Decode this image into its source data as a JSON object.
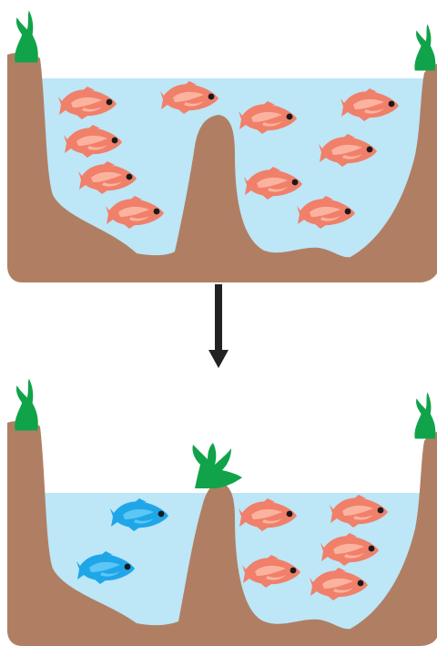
{
  "colors": {
    "background": "#ffffff",
    "water": "#bde6f7",
    "rock": "#b07f63",
    "plant": "#11a34a",
    "fish_red": "#f0806a",
    "fish_red_light": "#fbb39f",
    "fish_blue": "#1fa6e8",
    "fish_blue_light": "#5cc7f5",
    "eye": "#1a1a1a",
    "arrow": "#222222"
  },
  "icons": {
    "fish": "fish-icon",
    "plant": "seaweed-icon",
    "arrow": "arrow-down-icon"
  },
  "panels": [
    {
      "id": "before",
      "left_pool": {
        "fish": [
          "red",
          "red",
          "red",
          "red",
          "red"
        ]
      },
      "right_pool": {
        "fish": [
          "red",
          "red",
          "red",
          "red",
          "red"
        ]
      },
      "center_ridge_plant": false
    },
    {
      "id": "after",
      "left_pool": {
        "fish": [
          "blue",
          "blue"
        ]
      },
      "right_pool": {
        "fish": [
          "red",
          "red",
          "red",
          "red",
          "red"
        ]
      },
      "center_ridge_plant": true
    }
  ]
}
